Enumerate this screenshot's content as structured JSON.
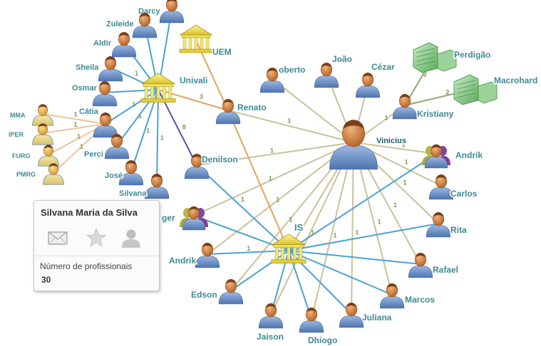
{
  "nodes": [
    {
      "id": "vinicius",
      "label": "Vinicius",
      "type": "person-large",
      "bold": true
    },
    {
      "id": "univali",
      "label": "Univali",
      "type": "institution"
    },
    {
      "id": "uem",
      "label": "UEM",
      "type": "institution"
    },
    {
      "id": "is",
      "label": "IS",
      "type": "institution"
    },
    {
      "id": "perdigao",
      "label": "Perdigão",
      "type": "company"
    },
    {
      "id": "macrohard",
      "label": "Macrohard",
      "type": "company"
    },
    {
      "id": "renato",
      "label": "Renato",
      "type": "person"
    },
    {
      "id": "denilson",
      "label": "Denilson",
      "type": "person"
    },
    {
      "id": "kristiany",
      "label": "Kristiany",
      "type": "person"
    },
    {
      "id": "roberto",
      "label": "oberto",
      "type": "person"
    },
    {
      "id": "joao",
      "label": "João",
      "type": "person"
    },
    {
      "id": "cezar",
      "label": "Cézar",
      "type": "person"
    },
    {
      "id": "andrik_r",
      "label": "Andrik",
      "type": "group"
    },
    {
      "id": "carlos",
      "label": "Carlos",
      "type": "person"
    },
    {
      "id": "rita",
      "label": "Rita",
      "type": "person"
    },
    {
      "id": "rafael",
      "label": "Rafael",
      "type": "person"
    },
    {
      "id": "marcos",
      "label": "Marcos",
      "type": "person"
    },
    {
      "id": "juliana",
      "label": "Juliana",
      "type": "person"
    },
    {
      "id": "dhiogo",
      "label": "Dhiogo",
      "type": "person"
    },
    {
      "id": "jaison",
      "label": "Jaison",
      "type": "person"
    },
    {
      "id": "edson",
      "label": "Edson",
      "type": "person"
    },
    {
      "id": "andrik_l",
      "label": "Andrik",
      "type": "person"
    },
    {
      "id": "ger",
      "label": "ger",
      "type": "group"
    },
    {
      "id": "darcy",
      "label": "Darcy",
      "type": "person"
    },
    {
      "id": "zuleide",
      "label": "Zuleide",
      "type": "person"
    },
    {
      "id": "aldir",
      "label": "Aldir",
      "type": "person"
    },
    {
      "id": "sheila",
      "label": "Sheila",
      "type": "person"
    },
    {
      "id": "osmar",
      "label": "Osmar",
      "type": "person"
    },
    {
      "id": "catia",
      "label": "Cátia",
      "type": "person"
    },
    {
      "id": "perci",
      "label": "Perci",
      "type": "person"
    },
    {
      "id": "jose",
      "label": "José",
      "type": "person"
    },
    {
      "id": "silvana",
      "label": "Silvana",
      "type": "person"
    },
    {
      "id": "mma",
      "label": "MMA",
      "type": "person-yellow"
    },
    {
      "id": "iper",
      "label": "IPER",
      "type": "person-yellow"
    },
    {
      "id": "furg",
      "label": "FURG",
      "type": "person-yellow"
    },
    {
      "id": "pmrg",
      "label": "PMRG",
      "type": "person-yellow"
    }
  ],
  "edges": [
    {
      "from": "vinicius",
      "to": "renato",
      "weight": "1",
      "color": "#c9c29a"
    },
    {
      "from": "vinicius",
      "to": "denilson",
      "weight": "1",
      "color": "#c9c29a"
    },
    {
      "from": "vinicius",
      "to": "kristiany",
      "weight": "1",
      "color": "#c9c29a"
    },
    {
      "from": "vinicius",
      "to": "roberto",
      "weight": "",
      "color": "#c9c29a"
    },
    {
      "from": "vinicius",
      "to": "joao",
      "weight": "",
      "color": "#c9c29a"
    },
    {
      "from": "vinicius",
      "to": "cezar",
      "weight": "",
      "color": "#c9c29a"
    },
    {
      "from": "vinicius",
      "to": "andrik_r",
      "weight": "1",
      "color": "#c9c29a"
    },
    {
      "from": "vinicius",
      "to": "carlos",
      "weight": "1",
      "color": "#c9c29a"
    },
    {
      "from": "vinicius",
      "to": "rita",
      "weight": "1",
      "color": "#c9c29a"
    },
    {
      "from": "vinicius",
      "to": "rafael",
      "weight": "1",
      "color": "#c9c29a"
    },
    {
      "from": "vinicius",
      "to": "marcos",
      "weight": "1",
      "color": "#c9c29a"
    },
    {
      "from": "vinicius",
      "to": "juliana",
      "weight": "1",
      "color": "#c9c29a"
    },
    {
      "from": "vinicius",
      "to": "dhiogo",
      "weight": "1",
      "color": "#c9c29a"
    },
    {
      "from": "vinicius",
      "to": "jaison",
      "weight": "1",
      "color": "#c9c29a"
    },
    {
      "from": "vinicius",
      "to": "edson",
      "weight": "1",
      "color": "#c9c29a"
    },
    {
      "from": "vinicius",
      "to": "andrik_l",
      "weight": "1",
      "color": "#c9c29a"
    },
    {
      "from": "vinicius",
      "to": "ger",
      "weight": "1",
      "color": "#c9c29a"
    },
    {
      "from": "vinicius",
      "to": "is",
      "weight": "",
      "color": "#c9c29a"
    },
    {
      "from": "kristiany",
      "to": "perdigao",
      "weight": "2",
      "color": "#8fa870"
    },
    {
      "from": "kristiany",
      "to": "macrohard",
      "weight": "2",
      "color": "#8fa870"
    },
    {
      "from": "univali",
      "to": "renato",
      "weight": "3",
      "color": "#e0a45c"
    },
    {
      "from": "univali",
      "to": "denilson",
      "weight": "8",
      "color": "#5b4fb0"
    },
    {
      "from": "uem",
      "to": "renato",
      "weight": "",
      "color": "#e0a45c"
    },
    {
      "from": "renato",
      "to": "is",
      "weight": "",
      "color": "#e0a45c"
    },
    {
      "from": "is",
      "to": "andrik_r",
      "weight": "",
      "color": "#4aa3d3"
    },
    {
      "from": "is",
      "to": "rita",
      "weight": "",
      "color": "#4aa3d3"
    },
    {
      "from": "is",
      "to": "rafael",
      "weight": "",
      "color": "#4aa3d3"
    },
    {
      "from": "is",
      "to": "marcos",
      "weight": "",
      "color": "#4aa3d3"
    },
    {
      "from": "is",
      "to": "juliana",
      "weight": "",
      "color": "#4aa3d3"
    },
    {
      "from": "is",
      "to": "dhiogo",
      "weight": "",
      "color": "#4aa3d3"
    },
    {
      "from": "is",
      "to": "jaison",
      "weight": "",
      "color": "#4aa3d3"
    },
    {
      "from": "is",
      "to": "edson",
      "weight": "",
      "color": "#4aa3d3"
    },
    {
      "from": "is",
      "to": "andrik_l",
      "weight": "1",
      "color": "#4aa3d3"
    },
    {
      "from": "is",
      "to": "ger",
      "weight": "",
      "color": "#4aa3d3"
    },
    {
      "from": "is",
      "to": "denilson",
      "weight": "1",
      "color": "#4aa3d3"
    },
    {
      "from": "univali",
      "to": "darcy",
      "weight": "",
      "color": "#4aa3d3"
    },
    {
      "from": "univali",
      "to": "zuleide",
      "weight": "",
      "color": "#4aa3d3"
    },
    {
      "from": "univali",
      "to": "aldir",
      "weight": "",
      "color": "#4aa3d3"
    },
    {
      "from": "univali",
      "to": "sheila",
      "weight": "1",
      "color": "#4aa3d3"
    },
    {
      "from": "univali",
      "to": "osmar",
      "weight": "",
      "color": "#4aa3d3"
    },
    {
      "from": "univali",
      "to": "catia",
      "weight": "1",
      "color": "#4aa3d3"
    },
    {
      "from": "univali",
      "to": "perci",
      "weight": "1",
      "color": "#4aa3d3"
    },
    {
      "from": "univali",
      "to": "jose",
      "weight": "1",
      "color": "#4aa3d3"
    },
    {
      "from": "univali",
      "to": "silvana",
      "weight": "1",
      "color": "#4aa3d3"
    },
    {
      "from": "catia",
      "to": "mma",
      "weight": "1",
      "color": "#efc49a"
    },
    {
      "from": "catia",
      "to": "iper",
      "weight": "1",
      "color": "#efc49a"
    },
    {
      "from": "catia",
      "to": "furg",
      "weight": "1",
      "color": "#efc49a"
    },
    {
      "from": "catia",
      "to": "pmrg",
      "weight": "1",
      "color": "#efc49a"
    }
  ],
  "card": {
    "name": "Silvana Maria da Silva",
    "icons": [
      "mail-icon",
      "star-icon",
      "user-icon"
    ],
    "stat_label": "Número de profissionais",
    "stat_value": "30"
  },
  "colors": {
    "label": "#3f8a94",
    "institution": "#e8d640",
    "company": "#7fbf7f",
    "person_head": "#c87434",
    "person_body": "#6f93c9"
  }
}
